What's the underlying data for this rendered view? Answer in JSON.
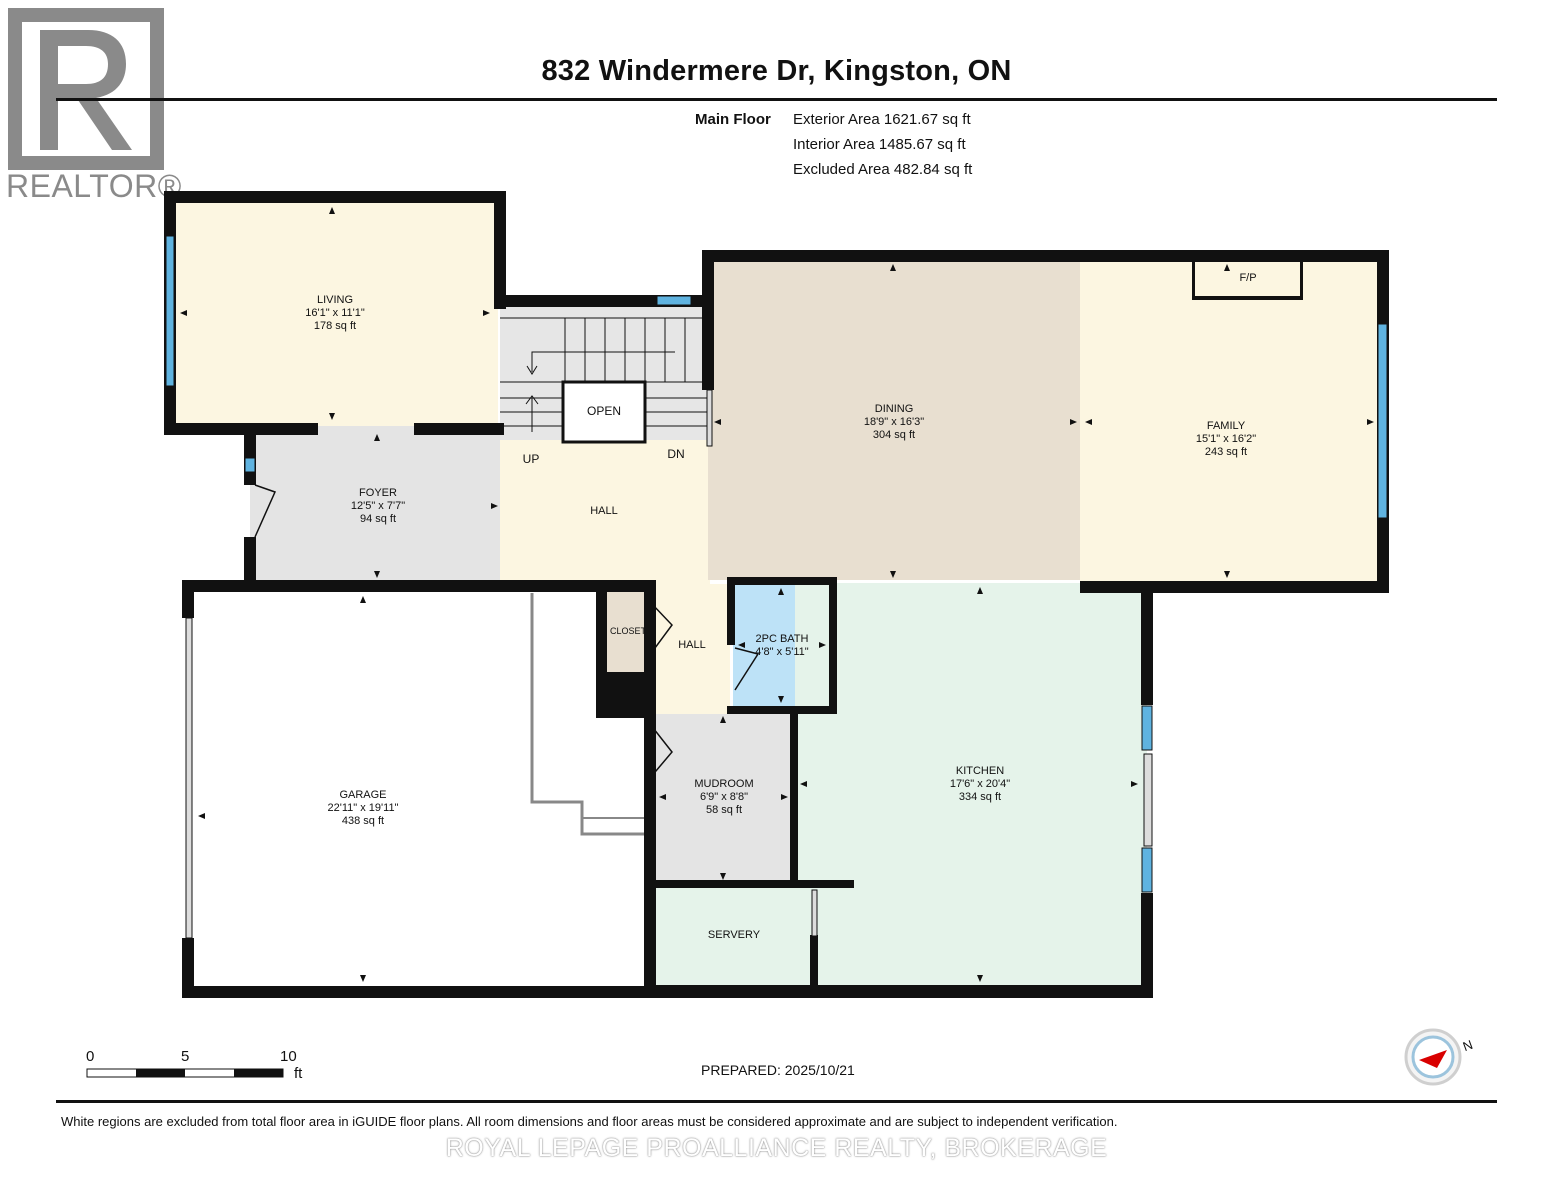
{
  "logo": {
    "brand": "REALTOR®"
  },
  "header": {
    "title": "832 Windermere Dr, Kingston, ON",
    "floor": "Main Floor",
    "exterior_area": "Exterior Area 1621.67 sq ft",
    "interior_area": "Interior Area 1485.67 sq ft",
    "excluded_area": "Excluded Area 482.84 sq ft"
  },
  "rooms": {
    "living": {
      "name": "LIVING",
      "dims": "16'1\" x 11'1\"",
      "area": "178 sq ft"
    },
    "foyer": {
      "name": "FOYER",
      "dims": "12'5\" x 7'7\"",
      "area": "94 sq ft"
    },
    "dining": {
      "name": "DINING",
      "dims": "18'9\" x 16'3\"",
      "area": "304 sq ft"
    },
    "family": {
      "name": "FAMILY",
      "dims": "15'1\" x 16'2\"",
      "area": "243 sq ft"
    },
    "garage": {
      "name": "GARAGE",
      "dims": "22'11\" x 19'11\"",
      "area": "438 sq ft"
    },
    "bath": {
      "name": "2PC BATH",
      "dims": "4'8\" x 5'11\""
    },
    "mudroom": {
      "name": "MUDROOM",
      "dims": "6'9\" x 8'8\"",
      "area": "58 sq ft"
    },
    "kitchen": {
      "name": "KITCHEN",
      "dims": "17'6\" x 20'4\"",
      "area": "334 sq ft"
    },
    "hall_upper": {
      "name": "HALL"
    },
    "hall_lower": {
      "name": "HALL"
    },
    "closet": {
      "name": "CLOSET"
    },
    "servery": {
      "name": "SERVERY"
    },
    "open": {
      "name": "OPEN"
    },
    "fireplace": {
      "name": "F/P"
    },
    "stairs_up": {
      "name": "UP"
    },
    "stairs_down": {
      "name": "DN"
    }
  },
  "scale": {
    "zero": "0",
    "five": "5",
    "ten": "10",
    "unit": "ft"
  },
  "prepared": "PREPARED: 2025/10/21",
  "compass": {
    "north": "N"
  },
  "footer": {
    "disclaimer": "White regions are excluded from total floor area in iGUIDE floor plans. All room dimensions and floor areas must be considered approximate and are subject to independent verification.",
    "brokerage": "ROYAL LEPAGE PROALLIANCE REALTY, BROKERAGE"
  },
  "colors": {
    "living": "#fcf6e1",
    "foyer": "#e4e4e4",
    "hall": "#fcf6e1",
    "dining": "#e8dfd0",
    "family": "#fcf6e1",
    "bath": "#bde2f7",
    "mudroom": "#e4e4e4",
    "kitchen": "#e5f3ea",
    "servery": "#e5f3ea",
    "closet": "#e8dfd0",
    "stairs": "#e6e6e6",
    "window": "#5fb3e0",
    "wall": "#111111"
  }
}
